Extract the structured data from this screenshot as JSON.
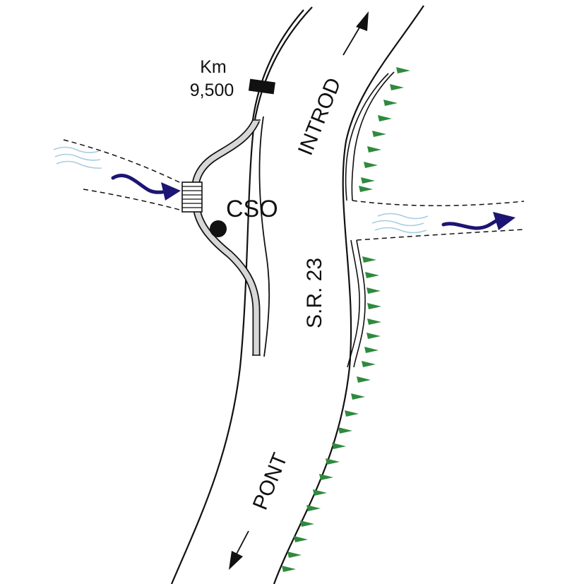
{
  "labels": {
    "km": "Km",
    "km_value": "9,500",
    "site": "CSO",
    "road_name": "S.R. 23",
    "direction_north": "INTROD",
    "direction_south": "PONT"
  },
  "colors": {
    "road_edge": "#111111",
    "shoulder_fill": "#d7d7d7",
    "water_arrow": "#1c1573",
    "water_ripple": "#a8cde3",
    "vegetation": "#2f8a3e"
  },
  "icons": {
    "culvert": "culvert-grate-icon",
    "site_marker": "filled-dot-icon",
    "km_marker": "km-post-icon"
  }
}
